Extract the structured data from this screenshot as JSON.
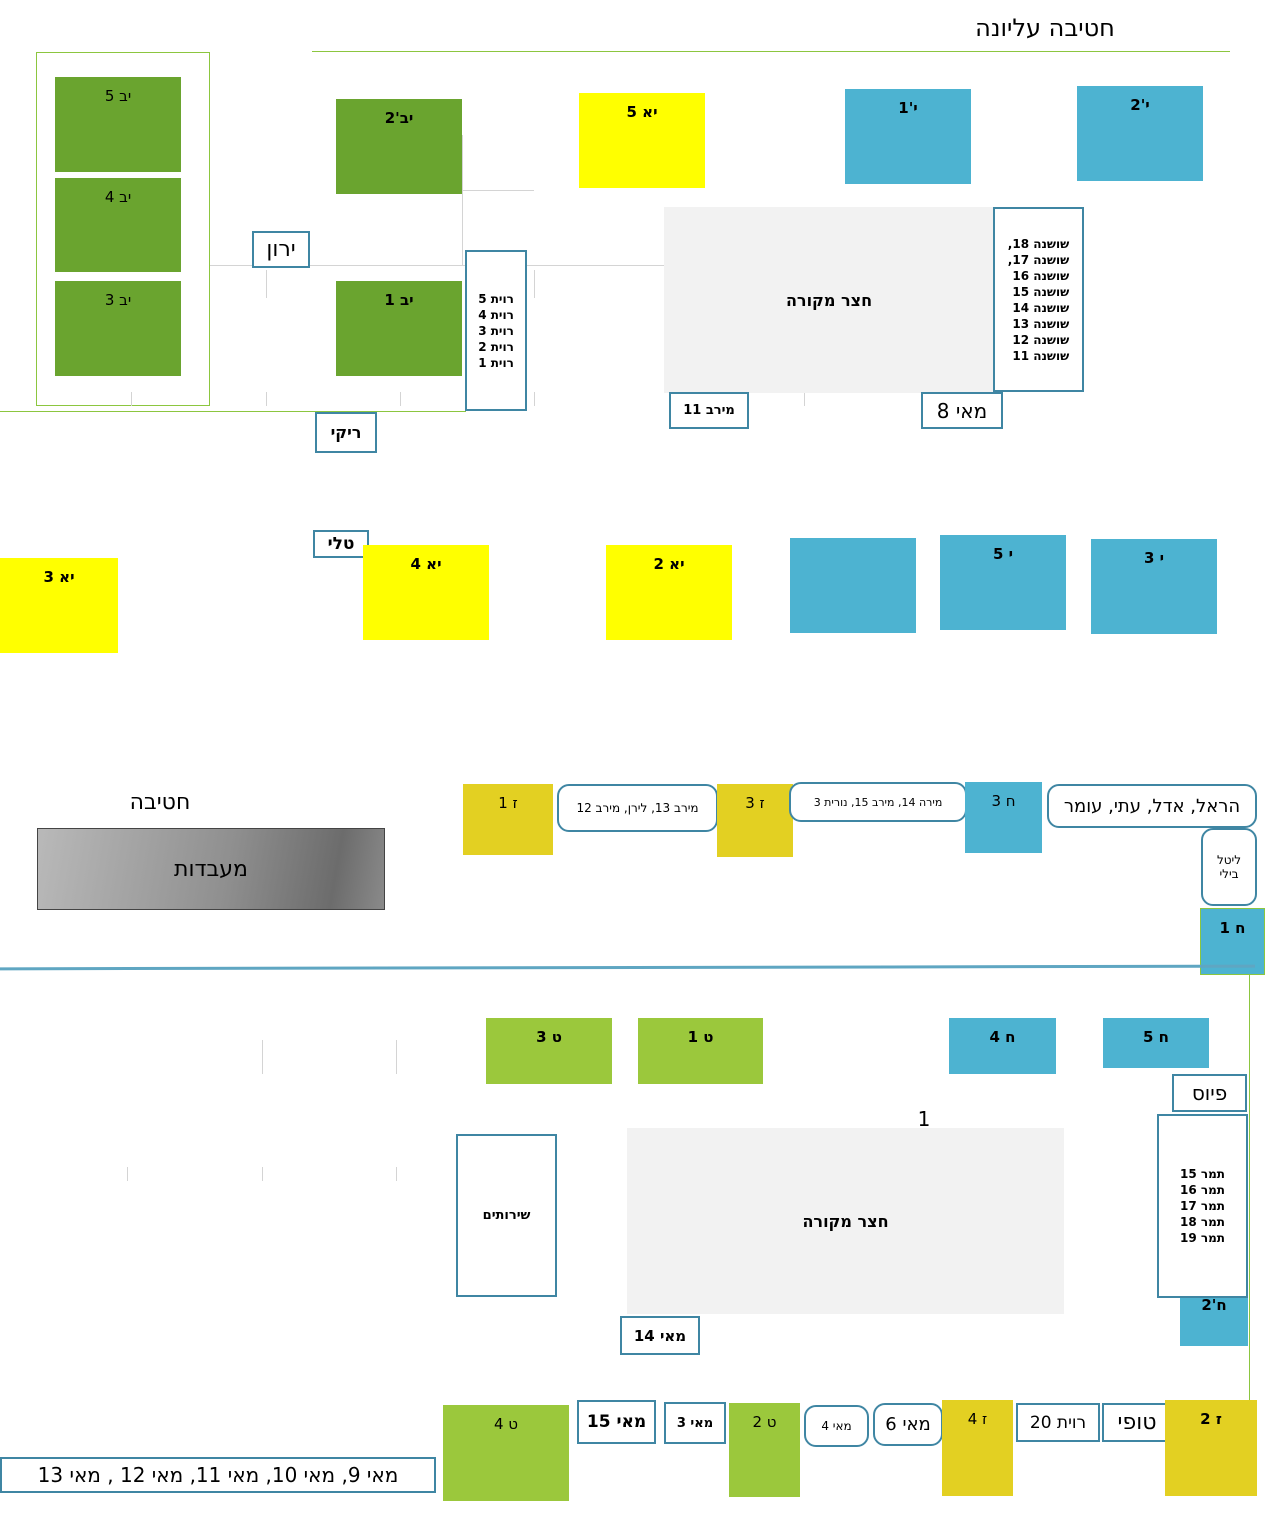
{
  "upper": {
    "title": "חטיבה עליונה",
    "rooms": {
      "yb5": "יב 5",
      "yb4": "יב 4",
      "yb3": "יב 3",
      "yb2": "יב'2",
      "yb1": "יב 1",
      "ya5": "יא 5",
      "y1": "י'1",
      "y2": "י'2",
      "ya3": "יא 3",
      "ya4": "יא 4",
      "ya2": "יא 2",
      "y5": "י 5",
      "y3": "י 3"
    },
    "staff": {
      "yaron": "ירון",
      "riki": "ריקי",
      "tali": "טלי",
      "meirav11": "מירב 11",
      "may8": "מאי 8"
    },
    "ravit": [
      "רוית 5",
      "רוית 4",
      "רוית 3",
      "רוית 2",
      "רוית 1"
    ],
    "shoshana": [
      "שושנה 18,",
      "שושנה 17,",
      "שושנה 16",
      "שושנה 15",
      "שושנה 14",
      "שושנה 13",
      "שושנה 12",
      "שושנה 11"
    ],
    "court": "חצר מקורה"
  },
  "middle": {
    "title": "חטיבה",
    "labs": "מעבדות",
    "z1": "ז 1",
    "z3": "ז 3",
    "h3": "ח 3",
    "h1": "ח 1",
    "pill_meirav": "מירב 13, לירן, מירב 12",
    "pill_mira": "מירה 14, מירב 15, נורית 3",
    "pill_harel": "הראל, אדל, עתי, עומר",
    "pill_lital": [
      "ליטל",
      "בילי"
    ]
  },
  "lower": {
    "t3": "ט 3",
    "t1": "ט 1",
    "h4": "ח 4",
    "h5": "ח 5",
    "pios": "פיוס",
    "number": "1",
    "services": "שירותים",
    "court": "חצר מקורה",
    "tamar": [
      "תמר 15",
      "תמר 16",
      "תמר 17",
      "תמר 18",
      "תמר 19"
    ],
    "h2": "ח'2",
    "may14": "מאי 14",
    "t4": "ט 4",
    "may15": "מאי 15",
    "may3": "מאי 3",
    "t2": "ט 2",
    "may4": "מאי 4",
    "may6": "מאי 6",
    "z4": "ז 4",
    "ravit20": "רוית 20",
    "tofi": "טופי",
    "z2": "ז 2",
    "may_list": "מאי 9, מאי 10, מאי 11, מאי 12 , מאי 13"
  },
  "colors": {
    "dark_green": "#6aa42f",
    "light_green": "#9bc83c",
    "yellow": "#ffff00",
    "mustard": "#e3d022",
    "blue": "#4db3d1",
    "outline_blue": "#3f86a3"
  }
}
